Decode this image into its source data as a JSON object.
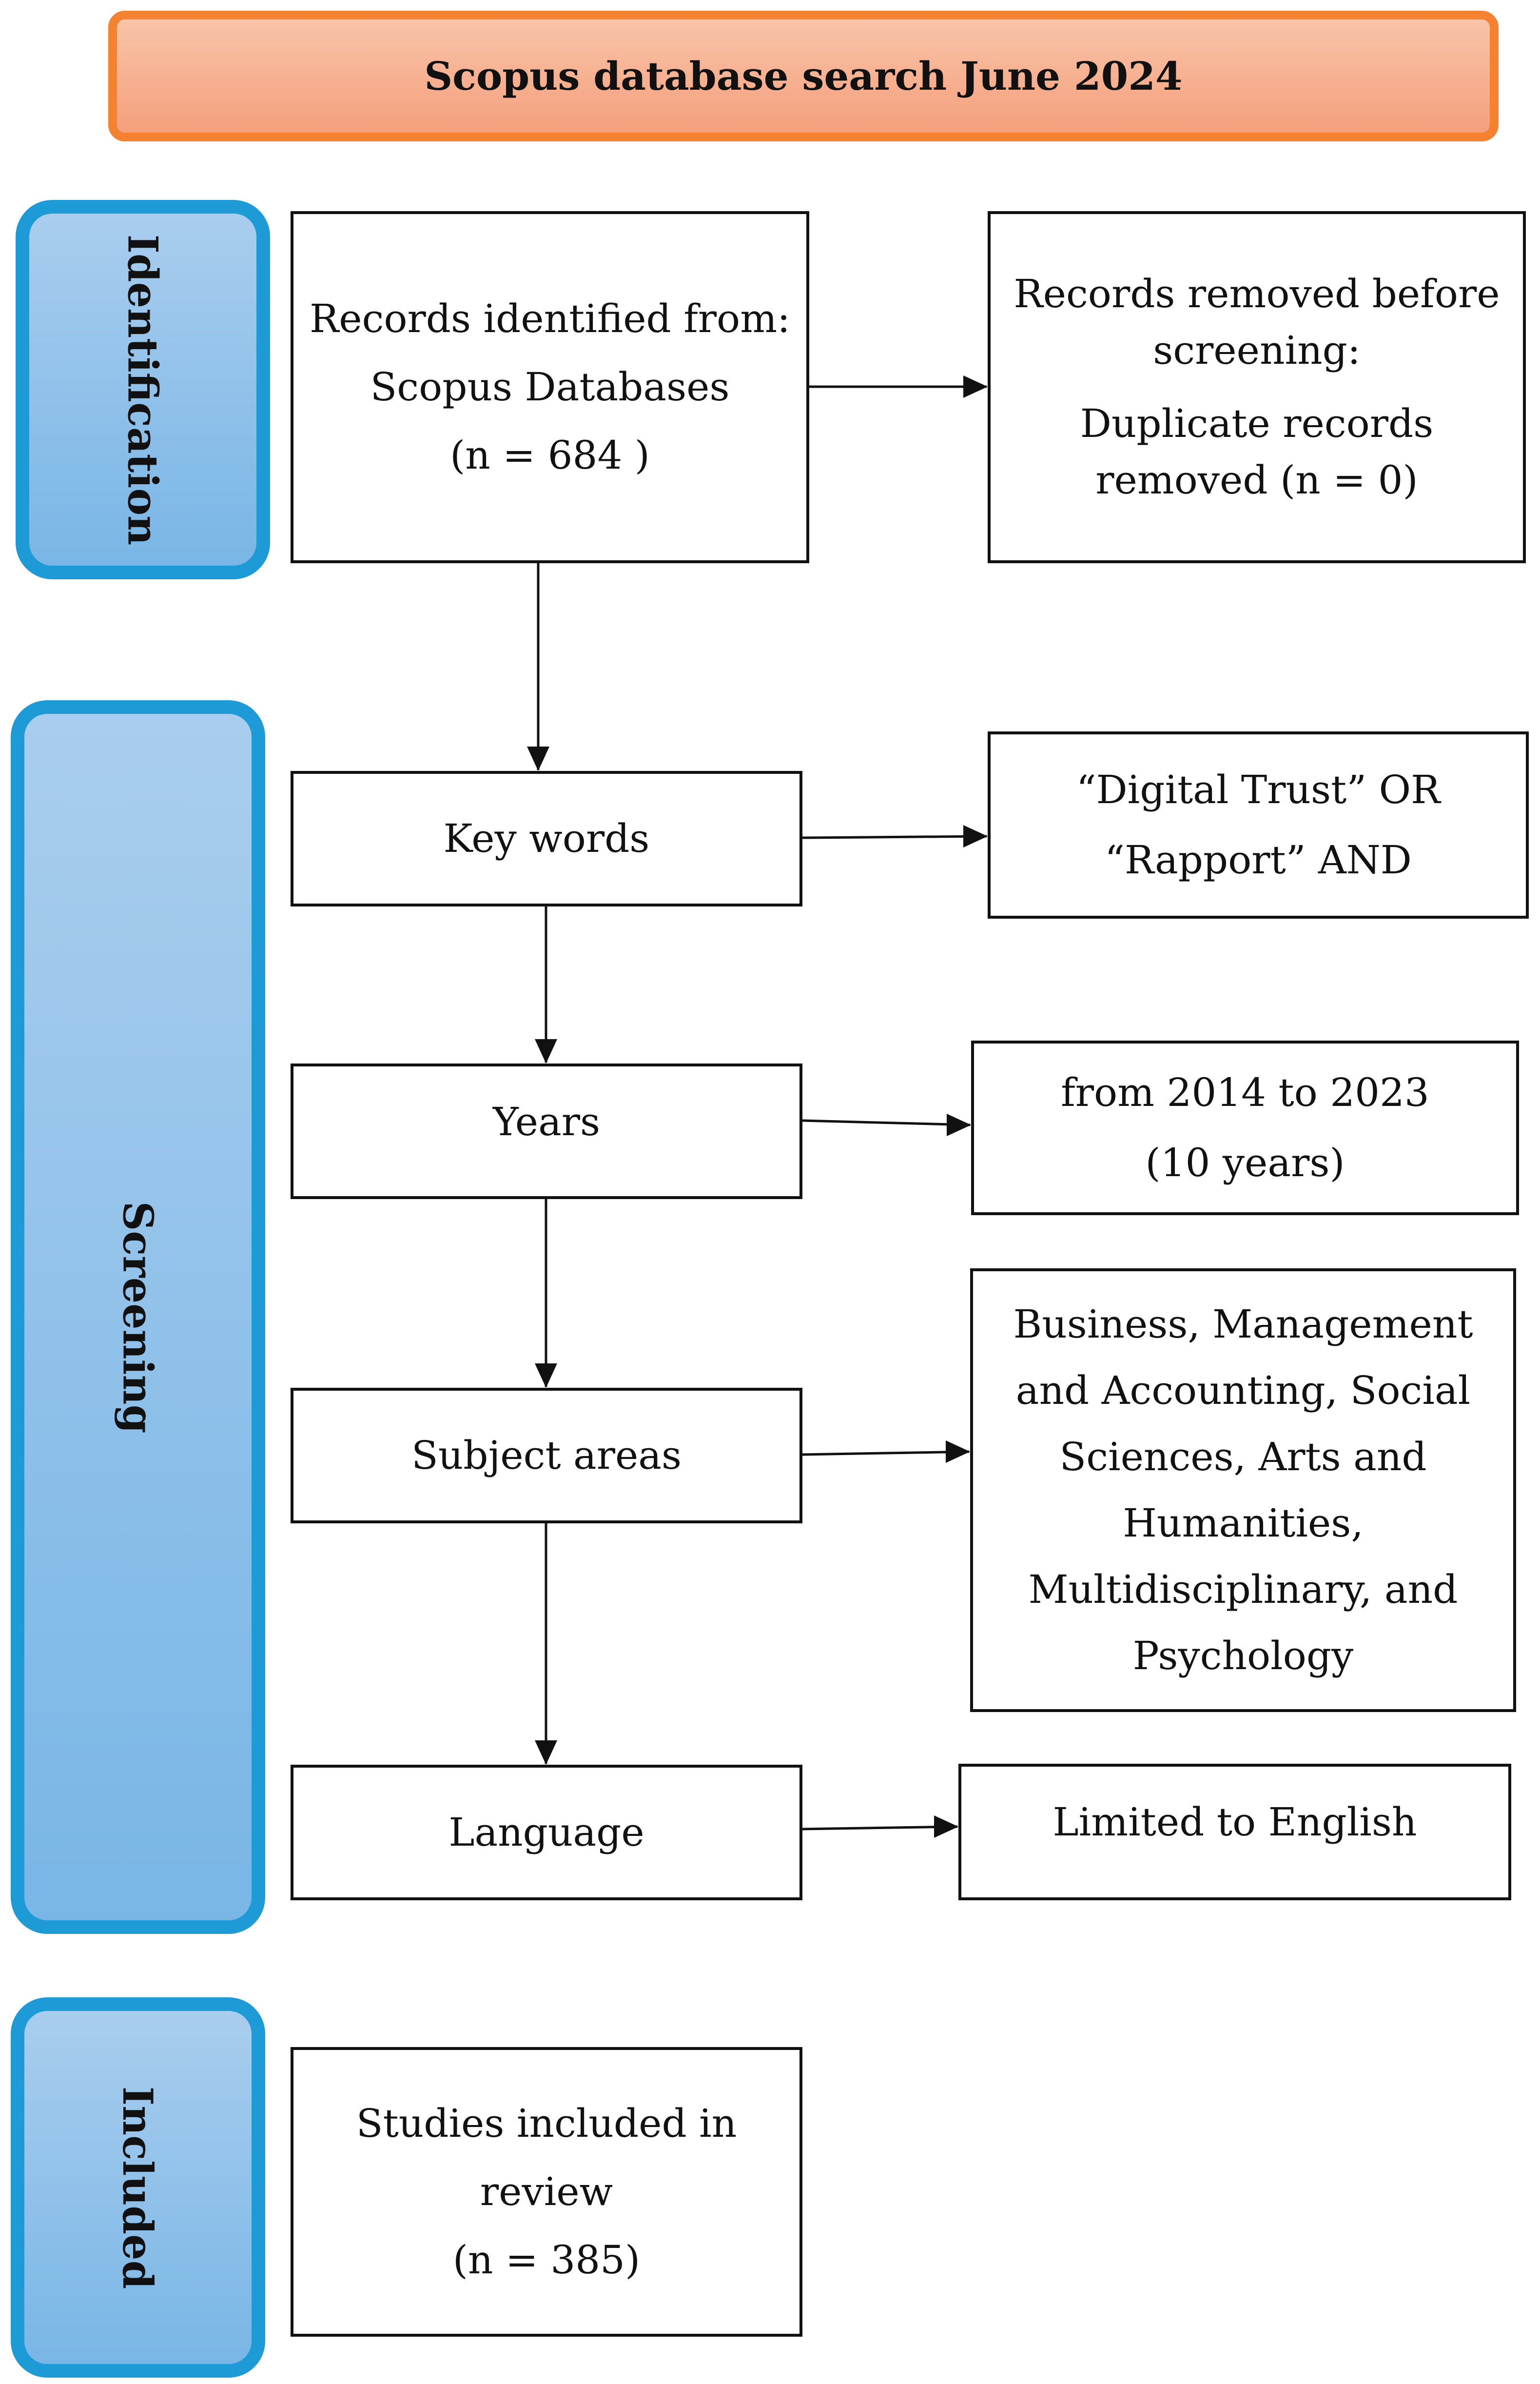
{
  "header": {
    "title": "Scopus database search June 2024"
  },
  "stages": {
    "identification": "Identification",
    "screening": "Screening",
    "included": "Included"
  },
  "boxes": {
    "records_identified": [
      "Records identified from:",
      "Scopus Databases",
      "(n = 684 )"
    ],
    "records_removed": [
      "Records removed before",
      "screening:",
      "Duplicate records",
      "removed (n = 0)"
    ],
    "key_words": "Key words",
    "key_words_detail": [
      "“Digital Trust” OR",
      "“Rapport” AND"
    ],
    "years": "Years",
    "years_detail": [
      "from 2014 to 2023",
      "(10 years)"
    ],
    "subject_areas": "Subject areas",
    "subject_areas_detail": [
      "Business, Management",
      "and Accounting, Social",
      "Sciences, Arts and",
      "Humanities,",
      "Multidisciplinary, and",
      "Psychology"
    ],
    "language": "Language",
    "language_detail": "Limited to English",
    "studies_included": [
      "Studies included in",
      "review",
      "(n = 385)"
    ]
  }
}
